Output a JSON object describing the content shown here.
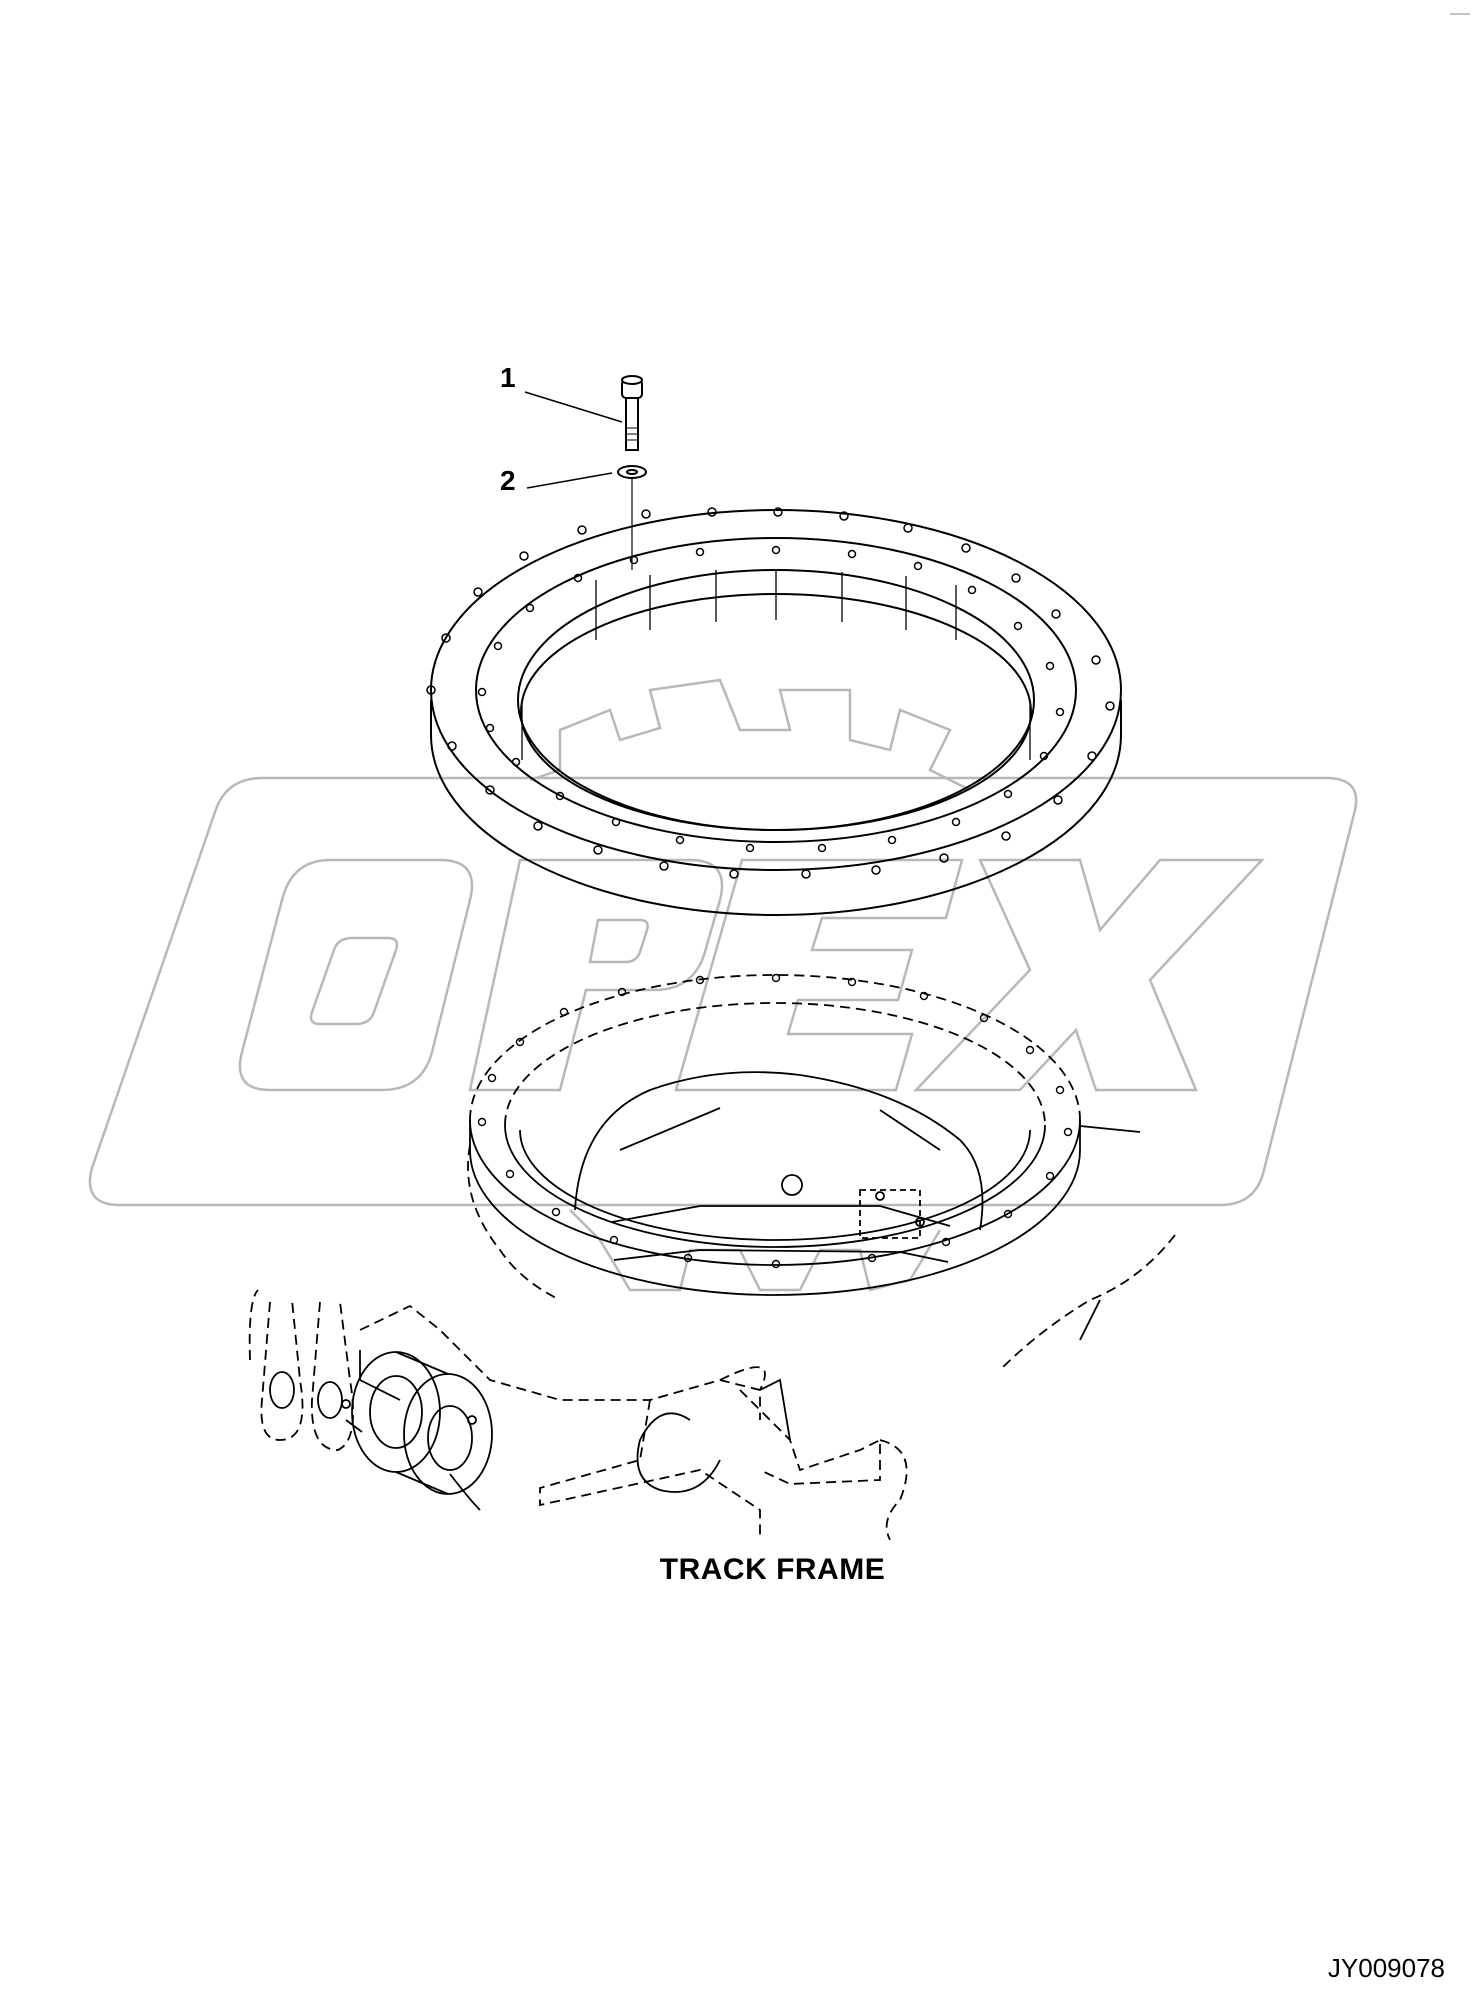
{
  "callouts": [
    {
      "label": "1"
    },
    {
      "label": "2"
    }
  ],
  "labels": {
    "track_frame": "TRACK FRAME",
    "drawing_code": "JY009078",
    "watermark": "OPEX"
  },
  "colors": {
    "line": "#000000",
    "watermark_outline": "#b8b8b8",
    "background": "#ffffff"
  }
}
